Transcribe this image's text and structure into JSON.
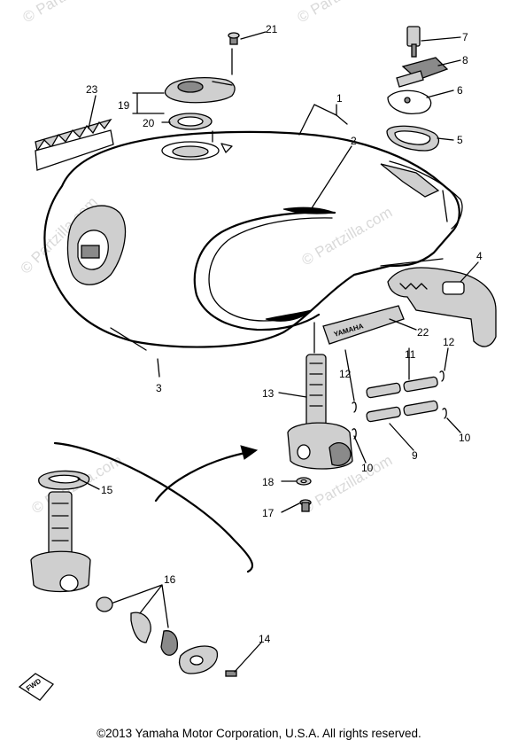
{
  "callouts": [
    "1",
    "2",
    "3",
    "4",
    "5",
    "6",
    "7",
    "8",
    "9",
    "10",
    "10",
    "11",
    "12",
    "12",
    "13",
    "14",
    "15",
    "16",
    "17",
    "18",
    "19",
    "20",
    "21",
    "22",
    "23"
  ],
  "watermark": "© Partzilla.com",
  "part_labels": {
    "tank_badge": "YAMAHA",
    "fwd_tag": "FWD"
  },
  "footer": {
    "copyright": "©2013  Yamaha Motor Corporation, U.S.A. All rights reserved."
  }
}
